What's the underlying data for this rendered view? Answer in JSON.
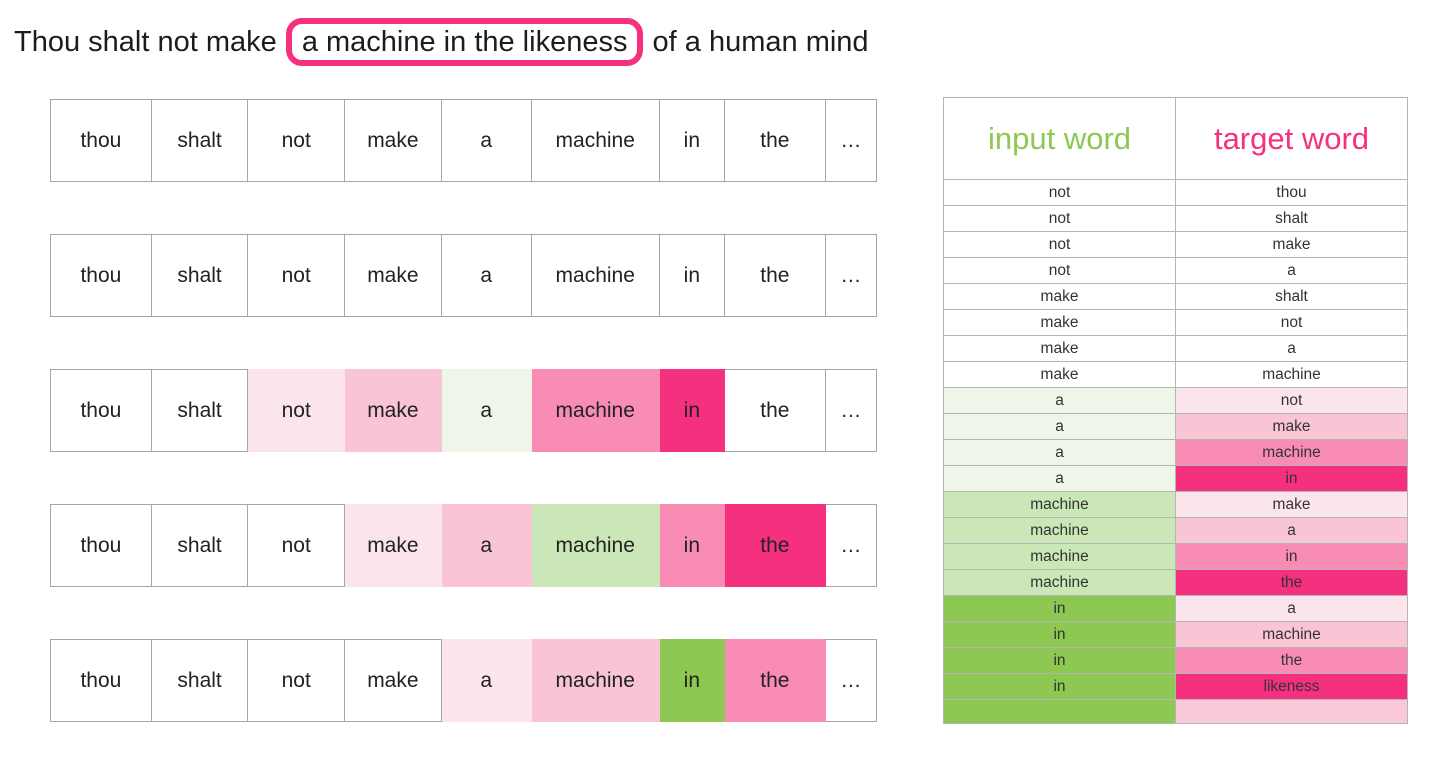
{
  "title": {
    "prefix": "Thou shalt not make",
    "highlighted": "a machine in the likeness",
    "suffix": "of a human mind"
  },
  "colors": {
    "hot_pink": "#F5317F",
    "medium_pink": "#F98CB4",
    "light_pink": "#F9C4D4",
    "very_light_pink": "#FCE4EC",
    "pale_pink": "#F9C9DA",
    "bright_green": "#8CC852",
    "light_green": "#CBE7B8",
    "very_light_green": "#EEF5E9",
    "header_green": "#8CC852",
    "header_pink": "#F5317F"
  },
  "sentence_rows": [
    {
      "cells": [
        {
          "word": "thou",
          "color": null
        },
        {
          "word": "shalt",
          "color": null
        },
        {
          "word": "not",
          "color": null
        },
        {
          "word": "make",
          "color": null
        },
        {
          "word": "a",
          "color": null
        },
        {
          "word": "machine",
          "color": null
        },
        {
          "word": "in",
          "color": null
        },
        {
          "word": "the",
          "color": null
        },
        {
          "word": "…",
          "color": null
        }
      ]
    },
    {
      "cells": [
        {
          "word": "thou",
          "color": null
        },
        {
          "word": "shalt",
          "color": null
        },
        {
          "word": "not",
          "color": null
        },
        {
          "word": "make",
          "color": null
        },
        {
          "word": "a",
          "color": null
        },
        {
          "word": "machine",
          "color": null
        },
        {
          "word": "in",
          "color": null
        },
        {
          "word": "the",
          "color": null
        },
        {
          "word": "…",
          "color": null
        }
      ]
    },
    {
      "cells": [
        {
          "word": "thou",
          "color": null
        },
        {
          "word": "shalt",
          "color": null
        },
        {
          "word": "not",
          "color": "very_light_pink"
        },
        {
          "word": "make",
          "color": "light_pink"
        },
        {
          "word": "a",
          "color": "very_light_green"
        },
        {
          "word": "machine",
          "color": "medium_pink"
        },
        {
          "word": "in",
          "color": "hot_pink"
        },
        {
          "word": "the",
          "color": null
        },
        {
          "word": "…",
          "color": null
        }
      ]
    },
    {
      "cells": [
        {
          "word": "thou",
          "color": null
        },
        {
          "word": "shalt",
          "color": null
        },
        {
          "word": "not",
          "color": null
        },
        {
          "word": "make",
          "color": "very_light_pink"
        },
        {
          "word": "a",
          "color": "light_pink"
        },
        {
          "word": "machine",
          "color": "light_green"
        },
        {
          "word": "in",
          "color": "medium_pink"
        },
        {
          "word": "the",
          "color": "hot_pink"
        },
        {
          "word": "…",
          "color": null
        }
      ]
    },
    {
      "cells": [
        {
          "word": "thou",
          "color": null
        },
        {
          "word": "shalt",
          "color": null
        },
        {
          "word": "not",
          "color": null
        },
        {
          "word": "make",
          "color": null
        },
        {
          "word": "a",
          "color": "very_light_pink"
        },
        {
          "word": "machine",
          "color": "light_pink"
        },
        {
          "word": "in",
          "color": "bright_green"
        },
        {
          "word": "the",
          "color": "medium_pink"
        },
        {
          "word": "…",
          "color": null
        }
      ]
    }
  ],
  "pairs_table": {
    "headers": [
      {
        "label": "input word",
        "color_key": "header_green"
      },
      {
        "label": "target word",
        "color_key": "header_pink"
      }
    ],
    "rows": [
      {
        "input": "not",
        "target": "thou",
        "input_color": null,
        "target_color": null
      },
      {
        "input": "not",
        "target": "shalt",
        "input_color": null,
        "target_color": null
      },
      {
        "input": "not",
        "target": "make",
        "input_color": null,
        "target_color": null
      },
      {
        "input": "not",
        "target": "a",
        "input_color": null,
        "target_color": null
      },
      {
        "input": "make",
        "target": "shalt",
        "input_color": null,
        "target_color": null
      },
      {
        "input": "make",
        "target": "not",
        "input_color": null,
        "target_color": null
      },
      {
        "input": "make",
        "target": "a",
        "input_color": null,
        "target_color": null
      },
      {
        "input": "make",
        "target": "machine",
        "input_color": null,
        "target_color": null
      },
      {
        "input": "a",
        "target": "not",
        "input_color": "very_light_green",
        "target_color": "very_light_pink"
      },
      {
        "input": "a",
        "target": "make",
        "input_color": "very_light_green",
        "target_color": "light_pink"
      },
      {
        "input": "a",
        "target": "machine",
        "input_color": "very_light_green",
        "target_color": "medium_pink"
      },
      {
        "input": "a",
        "target": "in",
        "input_color": "very_light_green",
        "target_color": "hot_pink"
      },
      {
        "input": "machine",
        "target": "make",
        "input_color": "light_green",
        "target_color": "very_light_pink"
      },
      {
        "input": "machine",
        "target": "a",
        "input_color": "light_green",
        "target_color": "light_pink"
      },
      {
        "input": "machine",
        "target": "in",
        "input_color": "light_green",
        "target_color": "medium_pink"
      },
      {
        "input": "machine",
        "target": "the",
        "input_color": "light_green",
        "target_color": "hot_pink"
      },
      {
        "input": "in",
        "target": "a",
        "input_color": "bright_green",
        "target_color": "very_light_pink"
      },
      {
        "input": "in",
        "target": "machine",
        "input_color": "bright_green",
        "target_color": "light_pink"
      },
      {
        "input": "in",
        "target": "the",
        "input_color": "bright_green",
        "target_color": "medium_pink"
      },
      {
        "input": "in",
        "target": "likeness",
        "input_color": "bright_green",
        "target_color": "hot_pink"
      },
      {
        "input": "",
        "target": "",
        "input_color": "bright_green",
        "target_color": "pale_pink"
      }
    ]
  }
}
